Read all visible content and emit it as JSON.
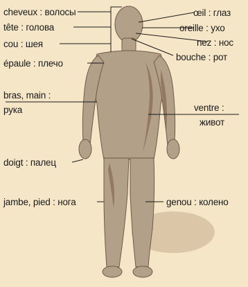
{
  "colors": {
    "background": "#f5e6c8",
    "body_fill": "#b3a089",
    "body_shadow": "#7a5a44",
    "line": "#1a1a1a"
  },
  "labels": {
    "cheveux": "cheveux : волосы",
    "tete": "tête : голова",
    "cou": "cou : шея",
    "epaule": "épaule : плечо",
    "bras_main_fr": "bras, main :",
    "bras_main_ru": "рука",
    "doigt": "doigt : палец",
    "jambe_pied": "jambe, pied : нога",
    "oeil": "œil : глаз",
    "oreille": "oreille : ухо",
    "nez": "nez : нос",
    "bouche": "bouche : рот",
    "ventre_fr": "ventre :",
    "ventre_ru": "живот",
    "genou": "genou : колено"
  }
}
